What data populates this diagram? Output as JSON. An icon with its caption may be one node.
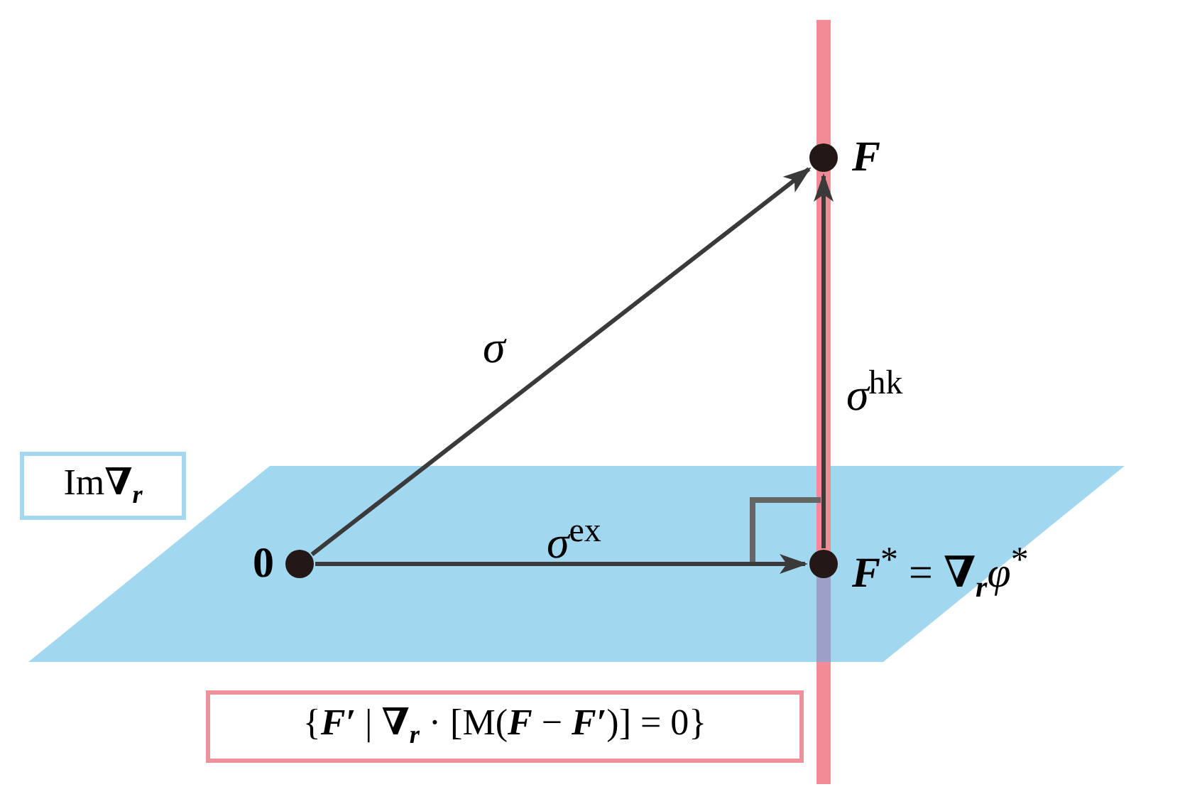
{
  "diagram": {
    "nodes": [
      {
        "text": [],
        "shape": "circle",
        "beside": [
          "0"
        ]
      },
      {
        "text": [],
        "shape": "circle",
        "beside": [
          "F"
        ]
      },
      {
        "text": [],
        "shape": "circle",
        "beside": [
          "**F**$^{*}$ = **∇**$_{r}$*φ*$^{*}$"
        ]
      },
      {
        "text": [
          "Im**∇**$_{r}$"
        ]
      },
      {
        "text": [
          "{**F′** | **∇**$_{r}$ · [M(**F** − **F′**)] = 0}"
        ]
      }
    ],
    "edges": [
      {
        "from": 0,
        "to": 1,
        "arrow": "to",
        "label": "σ"
      },
      {
        "from": 0,
        "to": 2,
        "arrow": "to",
        "label": "*σ*$^{ex}$"
      },
      {
        "from": 2,
        "to": 1,
        "arrow": "to",
        "label": "*σ*$^{hk}$"
      }
    ]
  }
}
